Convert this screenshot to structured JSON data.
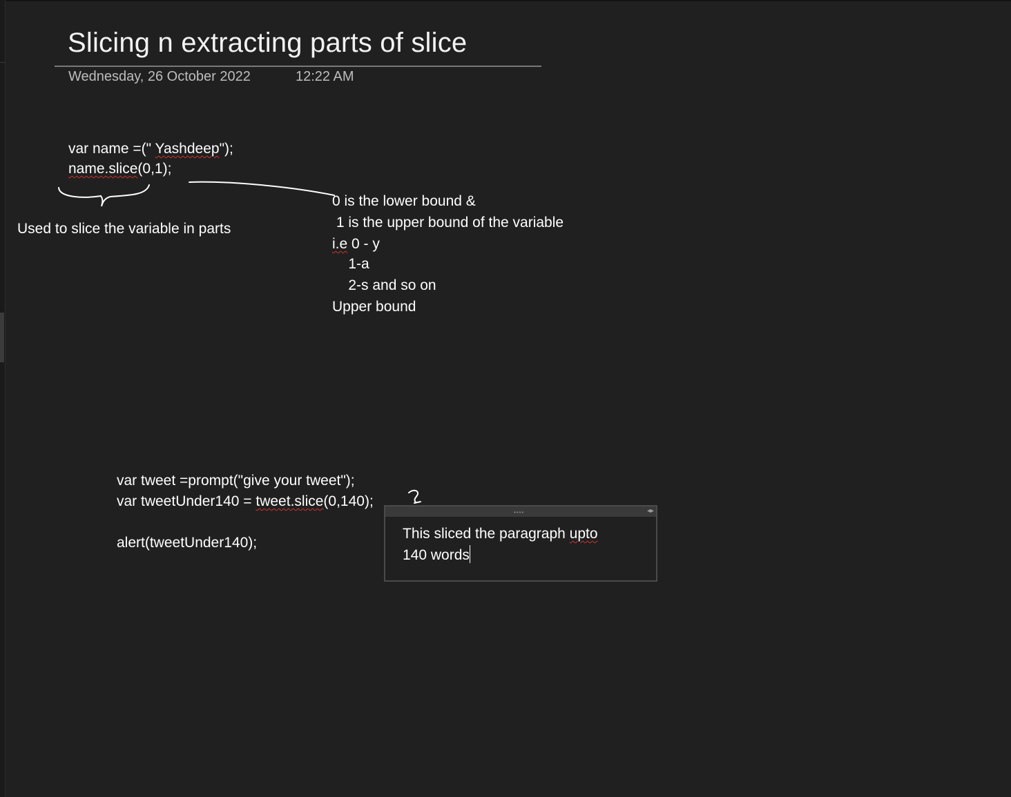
{
  "page": {
    "title": "Slicing n extracting parts of slice",
    "date": "Wednesday, 26 October 2022",
    "time": "12:22 AM"
  },
  "block1": {
    "line1_pre": "var name =(\" ",
    "line1_word": "Yashdeep",
    "line1_post": "\");",
    "line2_word": "name.slice",
    "line2_post": "(0,1);",
    "brace_note": "Used to slice the variable in parts"
  },
  "bounds_note": {
    "line1": "0 is the lower bound &",
    "line2": " 1 is the upper bound of the variable",
    "line3_word": "i.e",
    "line3_post": " 0 - y",
    "line4": "    1-a",
    "line5": "    2-s and so on",
    "line6": "Upper bound"
  },
  "block2": {
    "line1": "var tweet =prompt(\"give your tweet\");",
    "line2_pre": "var tweetUnder140 = ",
    "line2_word": "tweet.slice",
    "line2_post": "(0,140);",
    "line3": "alert(tweetUnder140);"
  },
  "note_container": {
    "line1_pre": "This sliced the paragraph ",
    "line1_word": "upto",
    "line2": "140 words",
    "grip": "••••",
    "resize": "◂▸"
  },
  "colors": {
    "background": "#202020",
    "text": "#ffffff",
    "meta_text": "#bdbdbd",
    "spell_squiggle": "#d0342c"
  }
}
